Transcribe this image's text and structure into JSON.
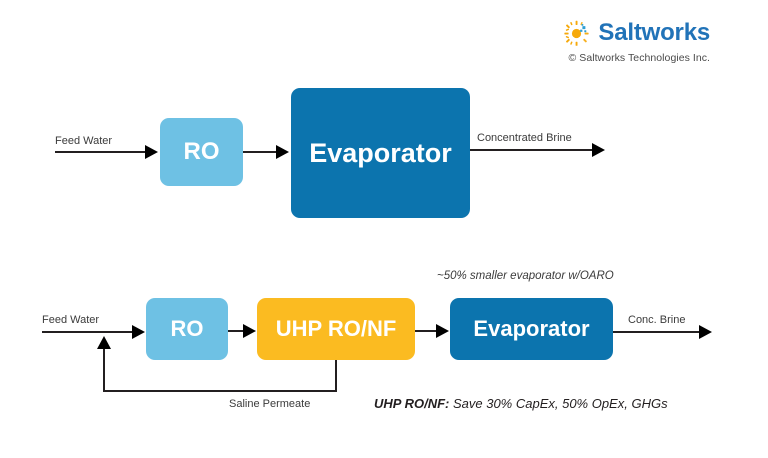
{
  "brand": {
    "logo_icon": "sun-icon",
    "name": "Saltworks",
    "copyright": "© Saltworks Technologies Inc."
  },
  "colors": {
    "light_blue": "#6EC1E4",
    "dark_blue": "#0C74AE",
    "amber": "#FBBB21",
    "brand_blue": "#2173b8",
    "sun_orange": "#F6A90B",
    "sun_blue": "#2e9fd4",
    "line": "#231f20"
  },
  "diagram_top": {
    "name": "conventional-process",
    "inlet_label": "Feed Water",
    "blocks": [
      {
        "id": "ro",
        "label": "RO",
        "color": "light_blue"
      },
      {
        "id": "evaporator",
        "label": "Evaporator",
        "color": "dark_blue"
      }
    ],
    "outlet_label": "Concentrated Brine"
  },
  "diagram_bottom": {
    "name": "uhp-ro-nf-process",
    "inlet_label": "Feed Water",
    "blocks": [
      {
        "id": "ro",
        "label": "RO",
        "color": "light_blue"
      },
      {
        "id": "uhp-ro-nf",
        "label": "UHP RO/NF",
        "color": "amber"
      },
      {
        "id": "evaporator",
        "label": "Evaporator",
        "color": "dark_blue"
      }
    ],
    "recycle_label": "Saline Permeate",
    "outlet_label": "Conc. Brine",
    "evaporator_note": "~50% smaller evaporator w/OARO",
    "caption_bold": "UHP RO/NF:",
    "caption_rest": " Save 30% CapEx, 50% OpEx, GHGs"
  }
}
